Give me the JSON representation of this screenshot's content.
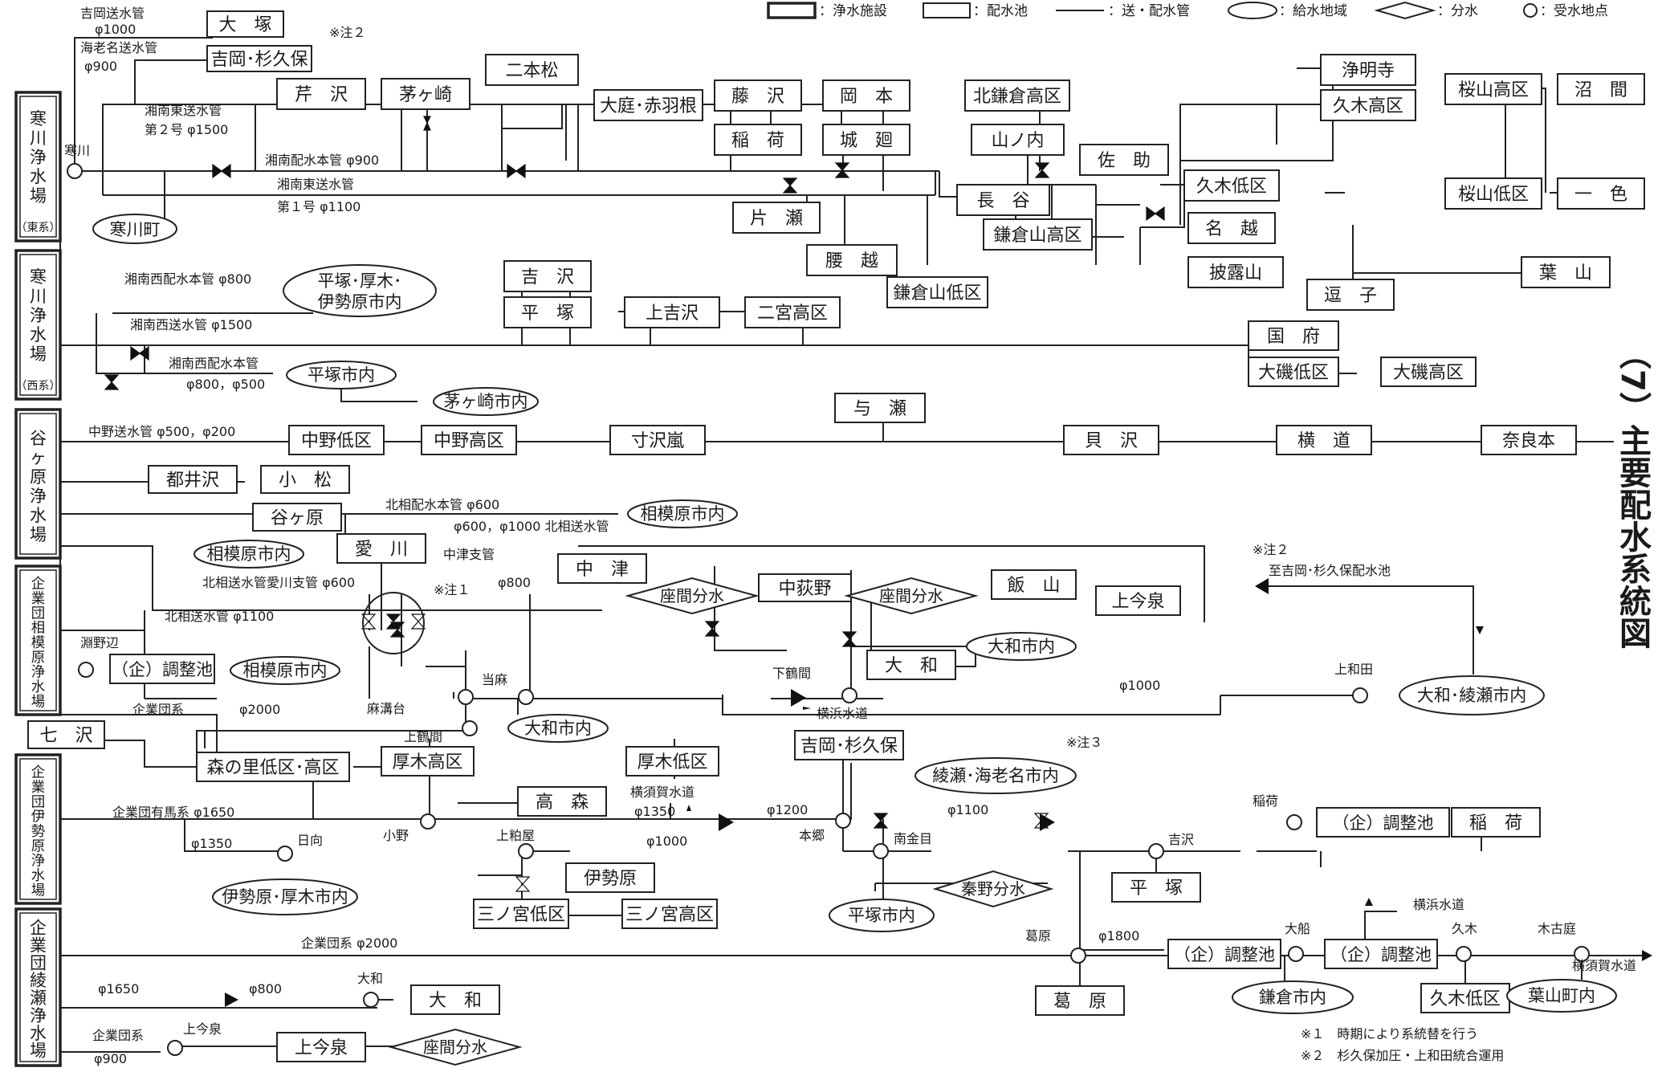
{
  "title": "（7）主要配水系統図",
  "legend": {
    "plant": "：浄水施設",
    "reservoir": "：配水池",
    "pipe": "：送・配水管",
    "area": "：給水地域",
    "branch": "：分水",
    "receive": "：受水地点"
  },
  "plants": {
    "samukawa_east": "寒川浄水場",
    "samukawa_east_sub": "（東系）",
    "samukawa_west": "寒川浄水場",
    "samukawa_west_sub": "（西系）",
    "yagahara": "谷ヶ原浄水場",
    "sagamihara": "企業団相模原浄水場",
    "isehara": "企業団伊勢原浄水場",
    "ayase": "企業団綾瀬浄水場"
  },
  "reservoirs": {
    "otsuka": "大　塚",
    "yoshioka_sugikubo": "吉岡･杉久保",
    "serizawa": "芹　沢",
    "chigasaki": "茅ヶ崎",
    "nihonmatsu": "二本松",
    "oba_akabaneme": "大庭･赤羽根",
    "fujisawa": "藤　沢",
    "okamoto": "岡　本",
    "inari_e": "稲　荷",
    "shiromeguri": "城　廻",
    "kitakamakura_high": "北鎌倉高区",
    "yamanouchi": "山ノ内",
    "joumyouji": "浄明寺",
    "kuki_high": "久木高区",
    "sakurayama_high": "桜山高区",
    "numama": "沼　間",
    "samukawamachi": "寒川町",
    "katase": "片　瀬",
    "sasuke": "佐　助",
    "hase": "長　谷",
    "kuki_low": "久木低区",
    "sakurayama_low": "桜山低区",
    "isshiki": "一　色",
    "nagoe": "名　越",
    "kamakurayama_high": "鎌倉山高区",
    "koshigoe": "腰　越",
    "kamakurayama_low": "鎌倉山低区",
    "hirouyama": "披露山",
    "zushi": "逗　子",
    "hayama": "葉　山",
    "kisawa": "吉　沢",
    "hiratsuka": "平　塚",
    "kamikisawa": "上吉沢",
    "ninomiya_high": "二宮高区",
    "kokufu": "国　府",
    "oiso_low": "大磯低区",
    "oiso_high": "大磯高区",
    "yose": "与　瀬",
    "nakano_low": "中野低区",
    "nakano_high": "中野高区",
    "sunzawa_arashi": "寸沢嵐",
    "kaizawa": "貝　沢",
    "yokomichi": "横　道",
    "naramoto": "奈良本",
    "tsuisawa": "都井沢",
    "komatsu": "小　松",
    "yagahara_r": "谷ヶ原",
    "aikawa": "愛　川",
    "nakatsu": "中　津",
    "nakaogino": "中荻野",
    "iiyama": "飯　山",
    "kamiimaizumi_n": "上今泉",
    "yamato_r": "大　和",
    "shichisawa": "七　沢",
    "morinosato": "森の里低区･高区",
    "atsugi_high": "厚木高区",
    "atsugi_low": "厚木低区",
    "takamori": "高　森",
    "yoshioka_sugikubo_2": "吉岡･杉久保",
    "inari_w": "稲　荷",
    "isehara_r": "伊勢原",
    "ninomiya_low": "三ノ宮低区",
    "ninomiya_high2": "三ノ宮高区",
    "hiratsuka_2": "平　塚",
    "kuzuhara": "葛　原",
    "kuki_low_2": "久木低区",
    "yamato_2": "大　和",
    "kamiimaizumi_s": "上今泉"
  },
  "tanks": {
    "sagamihara_adj": "（企）調整池",
    "inari_adj": "（企）調整池",
    "kuzuhara_adj": "（企）調整池",
    "ofuna_adj": "（企）調整池"
  },
  "areas": {
    "hiratsuka_atsugi_isehara": "平塚･厚木･伊勢原市内",
    "hiratsuka_city": "平塚市内",
    "chigasaki_city": "茅ヶ崎市内",
    "sagamihara_city_1": "相模原市内",
    "sagamihara_city_2": "相模原市内",
    "sagamihara_city_3": "相模原市内",
    "yamato_city_1": "大和市内",
    "yamato_city_2": "大和市内",
    "yamato_ayase": "大和･綾瀬市内",
    "ayase_ebina": "綾瀬･海老名市内",
    "isehara_atsugi": "伊勢原･厚木市内",
    "hiratsuka_city_2": "平塚市内",
    "kamakura_city": "鎌倉市内",
    "hayama_town": "葉山町内"
  },
  "branches": {
    "zama_1": "座間分水",
    "zama_2": "座間分水",
    "hadano": "秦野分水",
    "zama_3": "座間分水"
  },
  "labels": {
    "l_yoshioka_pipe": "吉岡送水管",
    "l_phi1000_a": "φ1000",
    "l_ebina_pipe": "海老名送水管",
    "l_phi900_a": "φ900",
    "l_note2_a": "※注２",
    "l_shonan_east2": "湘南東送水管",
    "l_no2_1500": "第２号 φ1500",
    "l_samukawa": "寒川",
    "l_shonan_main900": "湘南配水本管 φ900",
    "l_shonan_east1": "湘南東送水管",
    "l_no1_1100": "第１号 φ1100",
    "l_shonan_west_main800": "湘南西配水本管 φ800",
    "l_shonan_west1500": "湘南西送水管 φ1500",
    "l_shonan_west_main": "湘南西配水本管",
    "l_phi800_500": "φ800，φ500",
    "l_nakano_pipe": "中野送水管 φ500，φ200",
    "l_hokuso_main600": "北相配水本管 φ600",
    "l_phi600_1000": "φ600，φ1000 北相送水管",
    "l_nakatsu_branch": "中津支管",
    "l_hokuso_aikawa": "北相送水管愛川支管 φ600",
    "l_note1": "※注１",
    "l_phi800_b": "φ800",
    "l_hokuso1100": "北相送水管 φ1100",
    "l_fuchinobe": "淵野辺",
    "l_taima": "当麻",
    "l_asamizodai": "麻溝台",
    "l_kigyodan_a": "企業団系",
    "l_phi2000_a": "φ2000",
    "l_shimotsuruma": "下鶴間",
    "l_yokohama_a": "横浜水道",
    "l_phi1000_b": "φ1000",
    "l_kamiwada": "上和田",
    "l_note2_b": "※注２",
    "l_to_yoshioka": "至吉岡･杉久保配水池",
    "l_kamitsuruma": "上鶴間",
    "l_note3": "※注３",
    "l_yokosuka_a": "横須賀水道",
    "l_phi1350_a": "φ1350",
    "l_arima": "企業団有馬系 φ1650",
    "l_phi1200": "φ1200",
    "l_phi1100": "φ1100",
    "l_inari_pt": "稲荷",
    "l_phi1350_b": "φ1350",
    "l_hinata": "日向",
    "l_ono": "小野",
    "l_kamikasuya": "上粕屋",
    "l_phi1000_c": "φ1000",
    "l_hongo": "本郷",
    "l_minamikaneme": "南金目",
    "l_kisawa_pt": "吉沢",
    "l_yokohama_b": "横浜水道",
    "l_kigyodan_2000": "企業団系 φ2000",
    "l_kuzuhara_pt": "葛原",
    "l_phi1800": "φ1800",
    "l_ofuna": "大船",
    "l_kuki_pt": "久木",
    "l_kigotei": "木古庭",
    "l_yokosuka_b": "横須賀水道",
    "l_phi1650": "φ1650",
    "l_phi800_c": "φ800",
    "l_yamato_pt": "大和",
    "l_kigyodan_b": "企業団系",
    "l_phi900_b": "φ900",
    "l_kamiimaizumi_pt": "上今泉"
  },
  "notes": {
    "n1": "※１　時期により系統替を行う",
    "n2": "※２　杉久保加圧・上和田統合運用"
  }
}
